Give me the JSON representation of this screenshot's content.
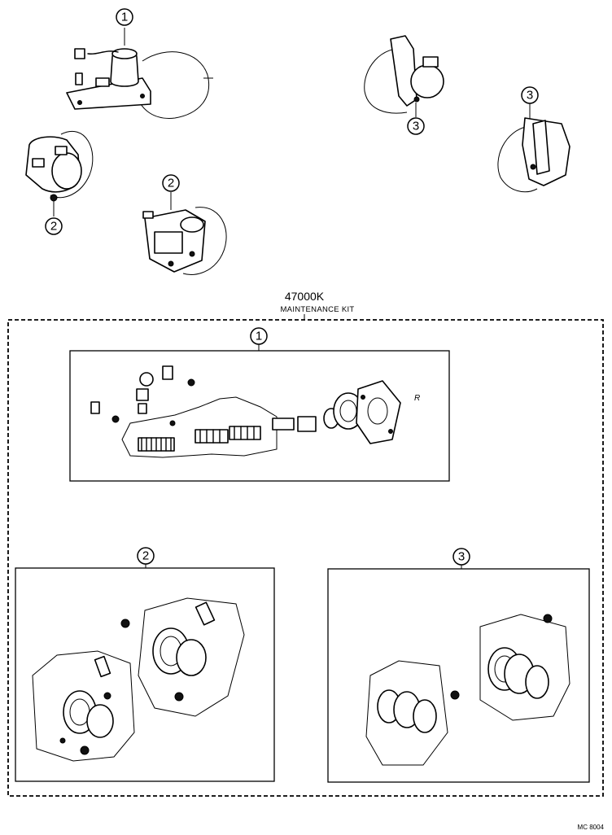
{
  "callouts": {
    "c1": "1",
    "c2": "2",
    "c3": "3"
  },
  "kit": {
    "code": "47000K",
    "name": "MAINTENANCE KIT"
  },
  "small_label": "R",
  "reference": "MC 8004",
  "colors": {
    "ink": "#000000",
    "paper": "#ffffff"
  }
}
